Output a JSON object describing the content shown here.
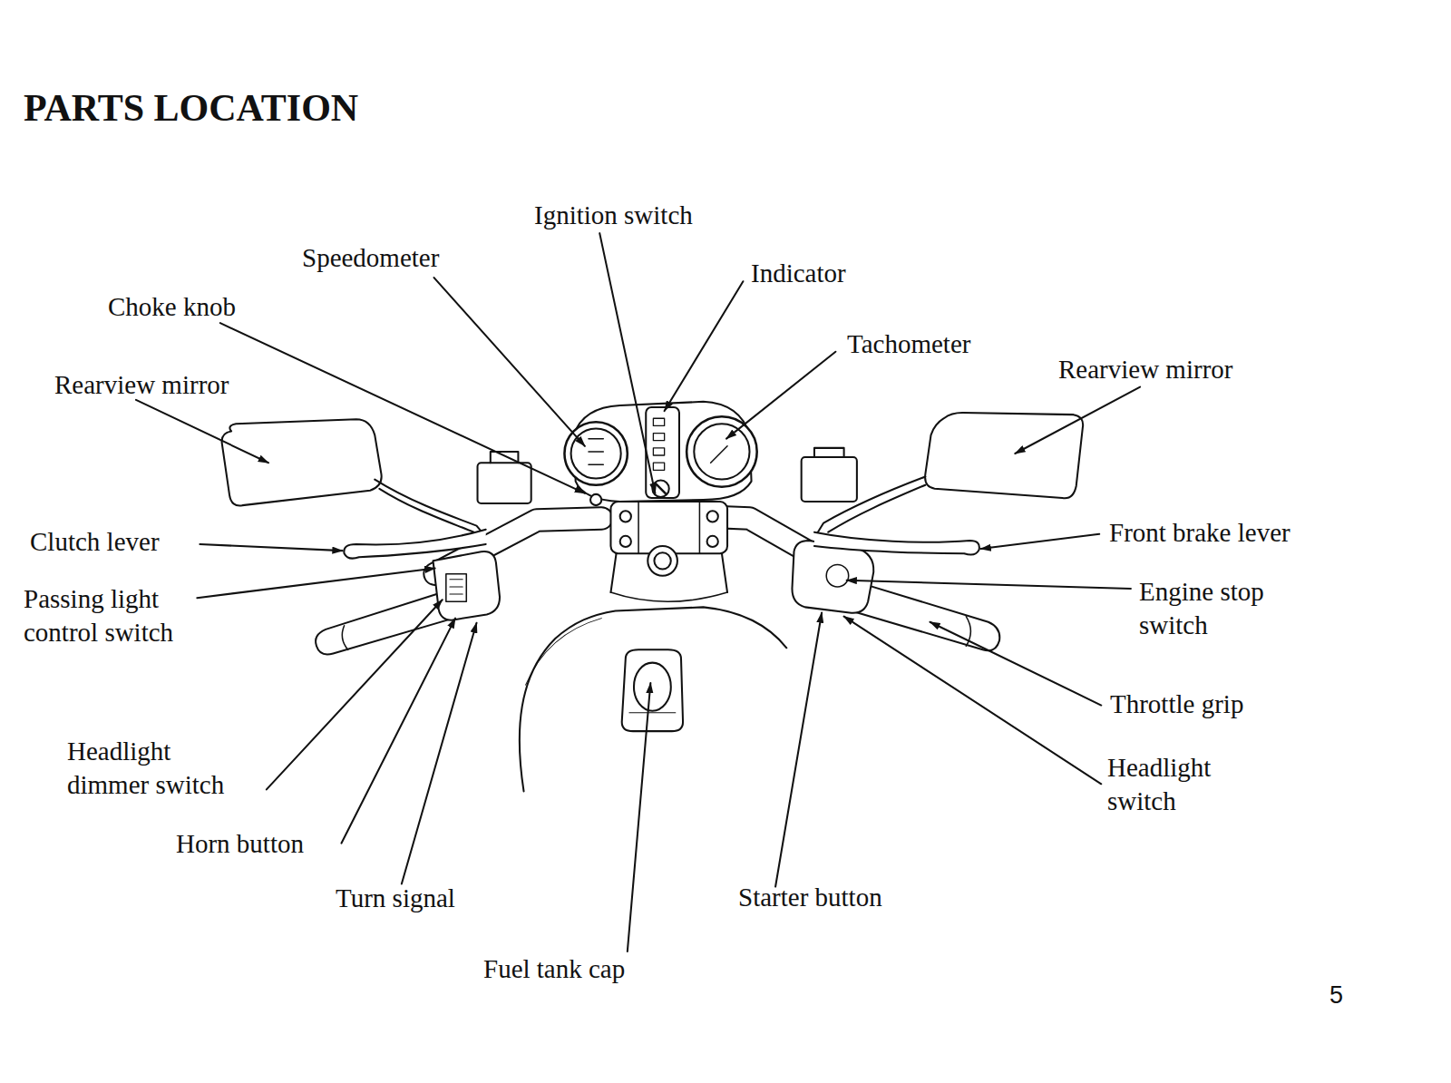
{
  "diagram": {
    "title": "PARTS LOCATION",
    "labels": [
      "Ignition switch",
      "Speedometer",
      "Indicator",
      "Choke knob",
      "Tachometer",
      "Rearview mirror",
      "Rearview mirror",
      "Clutch lever",
      "Front brake lever",
      "Passing light control switch",
      "Engine stop switch",
      "Throttle grip",
      "Headlight dimmer switch",
      "Horn button",
      "Turn signal",
      "Headlight switch",
      "Starter button",
      "Fuel tank cap",
      "5"
    ]
  }
}
